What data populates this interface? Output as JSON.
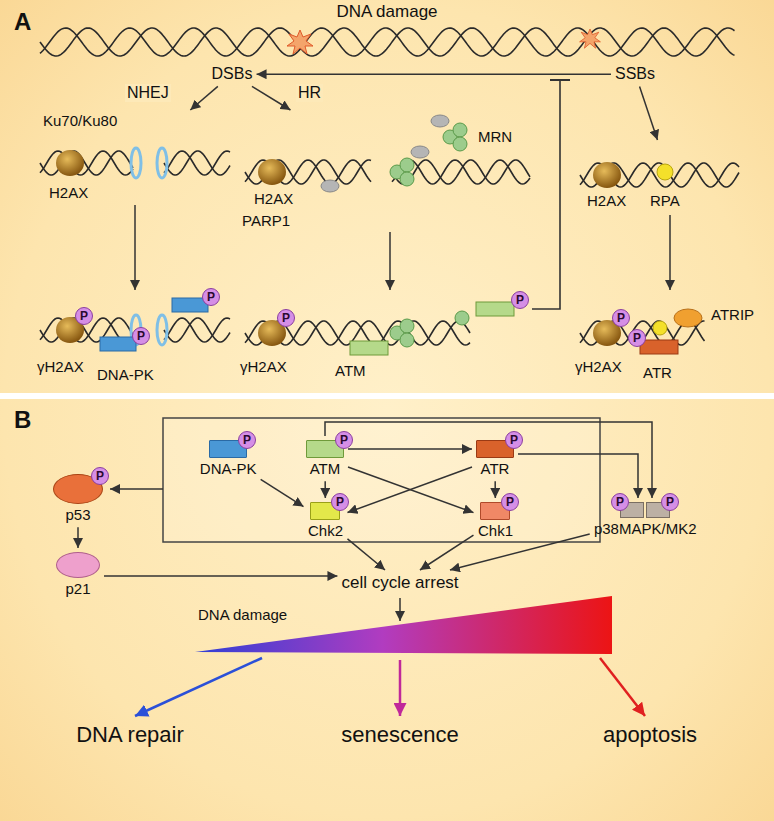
{
  "diagram": {
    "nodes": [
      {
        "text": [
          "DSBs"
        ]
      },
      {
        "text": [
          "SSBs"
        ]
      },
      {
        "text": [
          "Ku70/Ku80",
          "H2AX"
        ]
      },
      {
        "text": [
          "γH2AX",
          "DNA-PK"
        ]
      },
      {
        "text": [
          "H2AX",
          "MRN",
          "PARP1"
        ]
      },
      {
        "text": [
          "γH2AX",
          "ATM"
        ]
      },
      {
        "text": [
          "H2AX",
          "RPA"
        ]
      },
      {
        "text": [
          "γH2AX",
          "ATRIP",
          "ATR"
        ]
      },
      {
        "text": [
          "DNA-PK"
        ]
      },
      {
        "text": [
          "ATM"
        ]
      },
      {
        "text": [
          "ATR"
        ]
      },
      {
        "text": [
          "Chk2"
        ]
      },
      {
        "text": [
          "Chk1"
        ]
      },
      {
        "text": [
          "p53"
        ]
      },
      {
        "text": [
          "p21"
        ]
      },
      {
        "text": [
          "p38MAPK/MK2"
        ]
      },
      {
        "text": [
          "cell cycle arrest"
        ]
      }
    ],
    "edges": [
      {
        "from": 0,
        "to": 2,
        "arrow": "to",
        "label": "NHEJ"
      },
      {
        "from": 0,
        "to": 4,
        "arrow": "to",
        "label": "HR"
      },
      {
        "from": 1,
        "to": 0,
        "arrow": "to"
      },
      {
        "from": 1,
        "to": 6,
        "arrow": "to"
      },
      {
        "from": 2,
        "to": 3,
        "arrow": "to"
      },
      {
        "from": 4,
        "to": 5,
        "arrow": "to"
      },
      {
        "from": 6,
        "to": 7,
        "arrow": "to"
      },
      {
        "from": 9,
        "to": 10,
        "arrow": "to"
      },
      {
        "from": 9,
        "to": 11,
        "arrow": "to"
      },
      {
        "from": 9,
        "to": 12,
        "arrow": "to"
      },
      {
        "from": 10,
        "to": 11,
        "arrow": "to"
      },
      {
        "from": 10,
        "to": 12,
        "arrow": "to"
      },
      {
        "from": 8,
        "to": 11,
        "arrow": "to"
      },
      {
        "from": 9,
        "to": 15,
        "arrow": "to"
      },
      {
        "from": 10,
        "to": 15,
        "arrow": "to"
      },
      {
        "from": 13,
        "to": 14,
        "arrow": "to"
      },
      {
        "from": 11,
        "to": 16,
        "arrow": "to"
      },
      {
        "from": 12,
        "to": 16,
        "arrow": "to"
      },
      {
        "from": 14,
        "to": 16,
        "arrow": "to"
      },
      {
        "from": 15,
        "to": 16,
        "arrow": "to"
      }
    ],
    "labels": [
      "A",
      "DNA damage",
      "P",
      "P",
      "P",
      "P",
      "P",
      "P",
      "P",
      "B",
      "P",
      "P",
      "P",
      "P",
      "P",
      "P",
      "P",
      "P",
      "DNA damage",
      "DNA repair",
      "senescence",
      "apoptosis"
    ]
  }
}
